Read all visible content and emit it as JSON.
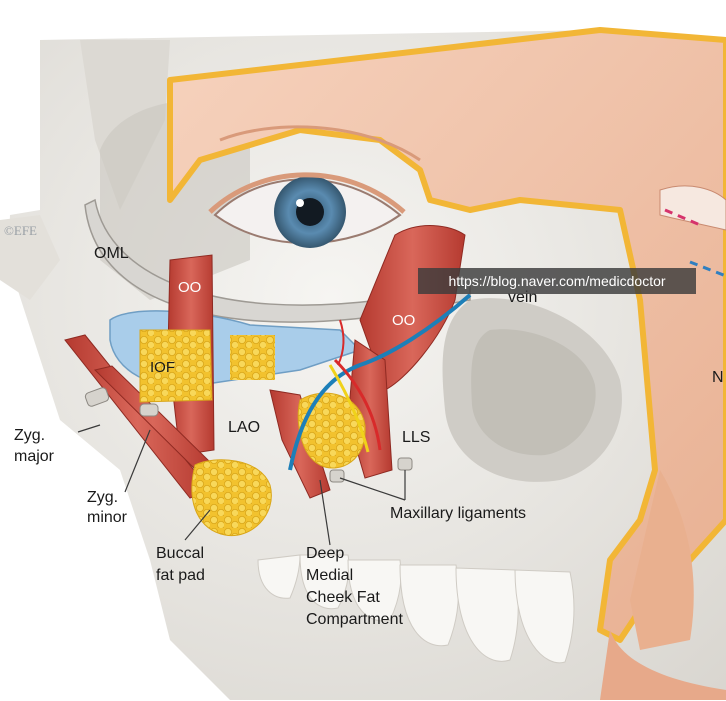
{
  "labels": {
    "oml": "OML",
    "oo_left": "OO",
    "oo_right": "OO",
    "iof": "IOF",
    "lao": "LAO",
    "lls": "LLS",
    "vein": "vein",
    "zyg_major_1": "Zyg.",
    "zyg_major_2": "major",
    "zyg_minor_1": "Zyg.",
    "zyg_minor_2": "minor",
    "buccal_1": "Buccal",
    "buccal_2": "fat pad",
    "maxillary": "Maxillary ligaments",
    "deep_1": "Deep",
    "deep_2": "Medial",
    "deep_3": "Cheek Fat",
    "deep_4": "Compartment",
    "edge_letter": "N",
    "copyright": "©EFE"
  },
  "watermark": "https://blog.naver.com/medicdoctor",
  "colors": {
    "skin": "#f3c6ad",
    "skin_shadow": "#e7a98a",
    "fat": "#f3c534",
    "muscle": "#c8483c",
    "bone": "#eceae6",
    "bone_shadow": "#c9c6c0",
    "ligament": "#a9cdea",
    "vein": "#1d7fb8",
    "artery": "#d82a2a",
    "nerve": "#f0d21a",
    "iris": "#4f7ea0"
  }
}
